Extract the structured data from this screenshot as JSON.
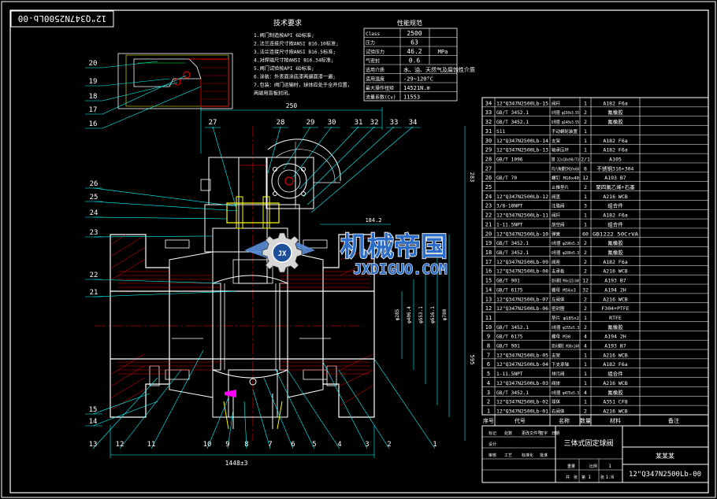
{
  "title_block": {
    "drawing_number": "12\"Q347N2500Lb-00",
    "drawing_number_rotated": "12\"Q347N2500Lb-00",
    "product_name": "三体式固定球阀",
    "company": "某某某",
    "scale": "1:6",
    "sheet_a": "1",
    "sheet_b": "1",
    "header_labels": [
      "序号",
      "代号",
      "名称",
      "数量",
      "材料",
      "备注"
    ],
    "small_labels": [
      "标记",
      "处数",
      "更改文件号",
      "签字",
      "日期",
      "设计",
      "审核",
      "工艺",
      "标准化",
      "批准",
      "重量",
      "比例",
      "共",
      "张",
      "第",
      "张"
    ]
  },
  "tech_requirements": {
    "title": "技术要求",
    "lines": [
      "1.阀门制造按API 6D标准;",
      "2.法兰连接尺寸按ANSI B16.10标准;",
      "3.法兰连接尺寸按ANSI B16.5标准;",
      "4.对焊端尺寸按ANSI B16.34标准;",
      "5.阀门试验按API 6D标准;",
      "6.涂装：外表面涂底漆两遍面漆一遍;",
      "7.包装：阀门运输时，球体应处于全开位置，",
      "  两端用盲板封闭。"
    ]
  },
  "spec_table": {
    "title": "性能规范",
    "rows": [
      {
        "label": "Class",
        "value": "2500",
        "unit": ""
      },
      {
        "label": "压力",
        "value": "63",
        "unit": ""
      },
      {
        "label": "试验压力",
        "value": "46.2",
        "unit": "MPa"
      },
      {
        "label": "气密封",
        "value": "0.6",
        "unit": ""
      },
      {
        "label": "适用介质",
        "value": "水、油、天然气及腐蚀性介质",
        "unit": ""
      },
      {
        "label": "适用温度",
        "value": "-29~120°C",
        "unit": ""
      },
      {
        "label": "最大操作扭矩",
        "value": "14521N.m",
        "unit": ""
      },
      {
        "label": "流量系数(Cv)",
        "value": "11553",
        "unit": ""
      }
    ]
  },
  "bom": [
    {
      "no": "34",
      "code": "12\"Q347N2500Lb-15",
      "name": "阀杆",
      "qty": "1",
      "material": "A182 F6a",
      "note": ""
    },
    {
      "no": "33",
      "code": "GB/T 3452.1",
      "name": "O形圈 φ150x3.55",
      "qty": "2",
      "material": "氟橡胶",
      "note": ""
    },
    {
      "no": "32",
      "code": "GB/T 3452.1",
      "name": "O形圈 φ140x3.55",
      "qty": "2",
      "material": "氟橡胶",
      "note": ""
    },
    {
      "no": "31",
      "code": "S11",
      "name": "手动蜗轮装置",
      "qty": "1",
      "material": "",
      "note": ""
    },
    {
      "no": "30",
      "code": "12\"Q347N2500Lb-14",
      "name": "支架",
      "qty": "1",
      "material": "A182 F6a",
      "note": ""
    },
    {
      "no": "29",
      "code": "12\"Q347N2500Lb-13",
      "name": "轴承压环",
      "qty": "1",
      "material": "A182 F6a",
      "note": ""
    },
    {
      "no": "28",
      "code": "GB/T 1096",
      "name": "键 32x18x90/73",
      "qty": "2/1",
      "material": "A105",
      "note": ""
    },
    {
      "no": "27",
      "code": "",
      "name": "内六角螺钉M20x60",
      "qty": "8",
      "material": "不锈钢316+304",
      "note": ""
    },
    {
      "no": "26",
      "code": "GB/T 70",
      "name": "螺钉 M16x40",
      "qty": "12",
      "material": "A193 B7",
      "note": ""
    },
    {
      "no": "25",
      "code": "",
      "name": "止推垫片",
      "qty": "2",
      "material": "聚四氟乙烯+石墨",
      "note": ""
    },
    {
      "no": "24",
      "code": "12\"Q347N2500Lb-12",
      "name": "阀盖",
      "qty": "1",
      "material": "A216 WCB",
      "note": ""
    },
    {
      "no": "23",
      "code": "3/8-18NPT",
      "name": "注脂阀",
      "qty": "3",
      "material": "组合件",
      "note": ""
    },
    {
      "no": "22",
      "code": "12\"Q347N2500Lb-11",
      "name": "阀杆",
      "qty": "1",
      "material": "A182 F6a",
      "note": ""
    },
    {
      "no": "21",
      "code": "1-11.5NPT",
      "name": "放空阀",
      "qty": "1",
      "material": "组合件",
      "note": ""
    },
    {
      "no": "20",
      "code": "12\"Q347N2500Lb-10",
      "name": "弹簧",
      "qty": "60",
      "material": "GB1222 50CrVA",
      "note": ""
    },
    {
      "no": "19",
      "code": "GB/T 3452.1",
      "name": "O形圈 φ290x5.3",
      "qty": "2",
      "material": "氟橡胶",
      "note": ""
    },
    {
      "no": "18",
      "code": "GB/T 3452.1",
      "name": "O形圈 φ280x5.3",
      "qty": "2",
      "material": "氟橡胶",
      "note": ""
    },
    {
      "no": "17",
      "code": "12\"Q347N2500Lb-09",
      "name": "阀座",
      "qty": "2",
      "material": "A182 F6a",
      "note": ""
    },
    {
      "no": "16",
      "code": "12\"Q347N2500Lb-08",
      "name": "支承板",
      "qty": "2",
      "material": "A216 WCB",
      "note": ""
    },
    {
      "no": "15",
      "code": "GB/T 901",
      "name": "双头螺柱 M56x325/340",
      "qty": "12",
      "material": "A193 B7",
      "note": ""
    },
    {
      "no": "14",
      "code": "GB/T 6175",
      "name": "螺母 M56x3",
      "qty": "32",
      "material": "A194 2H",
      "note": ""
    },
    {
      "no": "13",
      "code": "12\"Q347N2500Lb-07",
      "name": "左阀体",
      "qty": "2",
      "material": "A216 WCB",
      "note": ""
    },
    {
      "no": "12",
      "code": "12\"Q347N2500Lb-06",
      "name": "密封圈",
      "qty": "2",
      "material": "F304+PTFE",
      "note": ""
    },
    {
      "no": "11",
      "code": "",
      "name": "垫片 φ185x2",
      "qty": "1",
      "material": "RTFE",
      "note": ""
    },
    {
      "no": "10",
      "code": "GB/T 3452.1",
      "name": "O形圈 φ155x5.3",
      "qty": "2",
      "material": "氟橡胶",
      "note": ""
    },
    {
      "no": "9",
      "code": "GB/T 6175",
      "name": "螺母 M30",
      "qty": "4",
      "material": "A194 2H",
      "note": ""
    },
    {
      "no": "8",
      "code": "GB/T 901",
      "name": "双头螺柱 M30x140",
      "qty": "4",
      "material": "A193 B7",
      "note": ""
    },
    {
      "no": "7",
      "code": "12\"Q347N2500Lb-05",
      "name": "支架",
      "qty": "1",
      "material": "A216 WCB",
      "note": ""
    },
    {
      "no": "6",
      "code": "12\"Q347N2500Lb-04",
      "name": "下支承轴",
      "qty": "1",
      "material": "A182 F6a",
      "note": ""
    },
    {
      "no": "5",
      "code": "1-11.5NPT",
      "name": "排污阀",
      "qty": "1",
      "material": "组合件",
      "note": ""
    },
    {
      "no": "4",
      "code": "12\"Q347N2500Lb-03",
      "name": "阀体",
      "qty": "1",
      "material": "A216 WCB",
      "note": ""
    },
    {
      "no": "3",
      "code": "GB/T 3452.1",
      "name": "O形圈 φ475x5.3",
      "qty": "4",
      "material": "氟橡胶",
      "note": ""
    },
    {
      "no": "2",
      "code": "12\"Q347N2500Lb-02",
      "name": "球体",
      "qty": "1",
      "material": "A351 CF8",
      "note": ""
    },
    {
      "no": "1",
      "code": "12\"Q347N2500Lb-01",
      "name": "右阀体",
      "qty": "2",
      "material": "A216 WCB",
      "note": ""
    }
  ],
  "balloons_top": [
    "27",
    "28",
    "29",
    "30",
    "31",
    "32",
    "33",
    "34"
  ],
  "balloons_left": [
    "26",
    "25",
    "24",
    "23",
    "22",
    "21"
  ],
  "balloons_bottom": [
    "13",
    "12",
    "11",
    "10",
    "9",
    "8",
    "7",
    "6",
    "5",
    "4",
    "3",
    "2",
    "1"
  ],
  "balloons_detail": [
    "20",
    "19",
    "18",
    "17",
    "16"
  ],
  "balloons_lower_left": [
    "15",
    "14"
  ],
  "dimensions": {
    "top_width": "250",
    "handwheel_offset": "184.2",
    "overall_length": "1448±3",
    "height_top": "283",
    "height_total": "595",
    "bore1": "φ285",
    "bore2": "φ406.4",
    "bore3": "φ553.1",
    "bore4": "φ616.1",
    "bore5": "φ780"
  },
  "watermark": {
    "brand": "机械帝国",
    "url": "JXDIGUO.COM"
  },
  "colors": {
    "background": "#000000",
    "line_white": "#ffffff",
    "line_yellow": "#ffff00",
    "line_cyan": "#00ffff",
    "line_green": "#00ff00",
    "line_red": "#ff0000",
    "line_magenta": "#ff00ff",
    "watermark_blue": "#2a6cc8"
  }
}
